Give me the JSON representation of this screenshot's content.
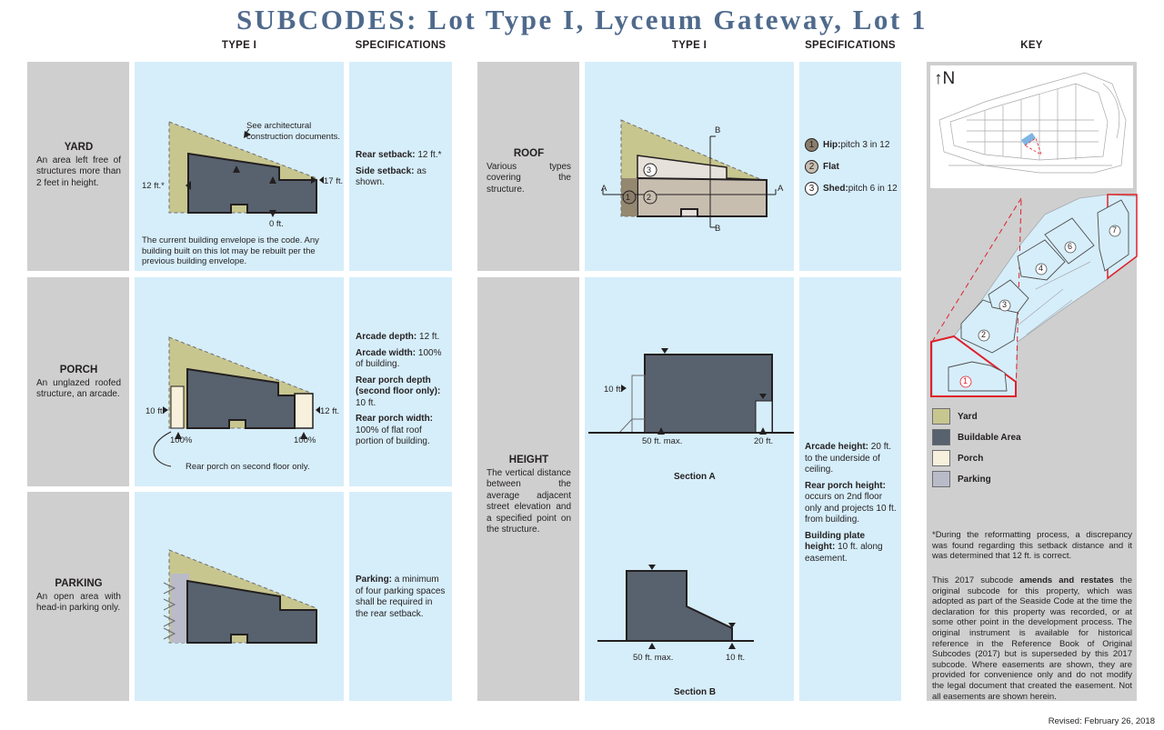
{
  "title": "SUBCODES:  Lot Type I, Lyceum Gateway, Lot 1",
  "headers": {
    "type": "TYPE I",
    "specs": "SPECIFICATIONS",
    "key": "KEY"
  },
  "yard": {
    "title": "YARD",
    "desc": "An area left free of structures more than 2 feet in height.",
    "note_arch": "See architectural construction documents.",
    "dim_left": "12 ft.*",
    "dim_right": "17 ft.",
    "dim_bottom": "0 ft.",
    "note_envelope": "The current building envelope is the code.  Any building built on this lot may be rebuilt per the previous building envelope.",
    "spec": [
      {
        "term": "Rear setback:",
        "text": " 12 ft.*"
      },
      {
        "term": "Side setback:",
        "text": " as shown."
      }
    ]
  },
  "porch": {
    "title": "PORCH",
    "desc": "An unglazed roofed structure, an arcade.",
    "dim_left": "10 ft.",
    "dim_right": "12 ft.",
    "pct_left": "100%",
    "pct_right": "100%",
    "note": "Rear porch on second floor only.",
    "spec": [
      {
        "term": "Arcade depth:",
        "text": "  12 ft."
      },
      {
        "term": "Arcade width:",
        "text": "  100% of building."
      },
      {
        "term": "Rear porch depth (second floor only):",
        "text": "  10 ft."
      },
      {
        "term": "Rear porch width:",
        "text": " 100% of flat roof portion of building."
      }
    ]
  },
  "parking": {
    "title": "PARKING",
    "desc": "An open area with head-in parking only.",
    "spec": [
      {
        "term": "Parking:",
        "text": "  a minimum of four parking spaces shall be required in the rear setback."
      }
    ]
  },
  "roof": {
    "title": "ROOF",
    "desc": "Various types covering the structure.",
    "markers": {
      "a": "A",
      "b": "B",
      "n1": "1",
      "n2": "2",
      "n3": "3"
    },
    "types": [
      {
        "num": "1",
        "name": "Hip:",
        "text": "  pitch 3 in 12",
        "color": "#8b7d6b"
      },
      {
        "num": "2",
        "name": "Flat",
        "text": "",
        "color": "#c8beb0"
      },
      {
        "num": "3",
        "name": "Shed:",
        "text": "  pitch 6 in 12",
        "color": "#ffffff"
      }
    ]
  },
  "height": {
    "title": "HEIGHT",
    "desc": "The vertical distance between the average adjacent street elevation and a specified point on the structure.",
    "section_a": "Section A",
    "section_b": "Section B",
    "a_left": "10 ft.",
    "a_max": "50 ft. max.",
    "a_right": "20 ft.",
    "b_max": "50 ft. max.",
    "b_right": "10 ft.",
    "spec": [
      {
        "term": "Arcade height:",
        "text": "  20 ft. to the underside of ceiling."
      },
      {
        "term": "Rear porch height:",
        "text": "  occurs on 2nd floor only and projects 10 ft. from building."
      },
      {
        "term": "Building plate height:",
        "text": "  10 ft. along easement."
      }
    ]
  },
  "key": {
    "north": "N",
    "lots": [
      "1",
      "2",
      "3",
      "4",
      "6",
      "7"
    ],
    "legend": [
      {
        "label": "Yard",
        "color": "#c8c68f"
      },
      {
        "label": "Buildable Area",
        "color": "#57626e"
      },
      {
        "label": "Porch",
        "color": "#f6f0dc"
      },
      {
        "label": "Parking",
        "color": "#b9bbc9"
      }
    ],
    "footnote_star": "*During the reformatting process, a discrepancy was found regarding this setback distance and it was determined that 12 ft. is correct.",
    "footnote_a": "This 2017 subcode ",
    "footnote_bold": "amends and restates",
    "footnote_b": " the original subcode for this property, which was adopted as part of the Seaside Code at the time the declaration for this property was recorded, or at some other point in the development process.  The original instrument is available for historical reference in the Reference Book of Original Subcodes (2017) but is superseded by this 2017 subcode.  Where easements are shown, they are provided for convenience only and do not modify the legal document that created the easement.  Not all easements are shown herein."
  },
  "revised": "Revised:  February 26, 2018",
  "colors": {
    "yard": "#c8c68f",
    "building": "#57626e",
    "porch": "#f6f0dc",
    "parking": "#b9bbc9",
    "panel": "#d6eefa",
    "label_bg": "#cfcfcf",
    "title": "#4f6a8c",
    "accent_red": "#e0202a"
  }
}
